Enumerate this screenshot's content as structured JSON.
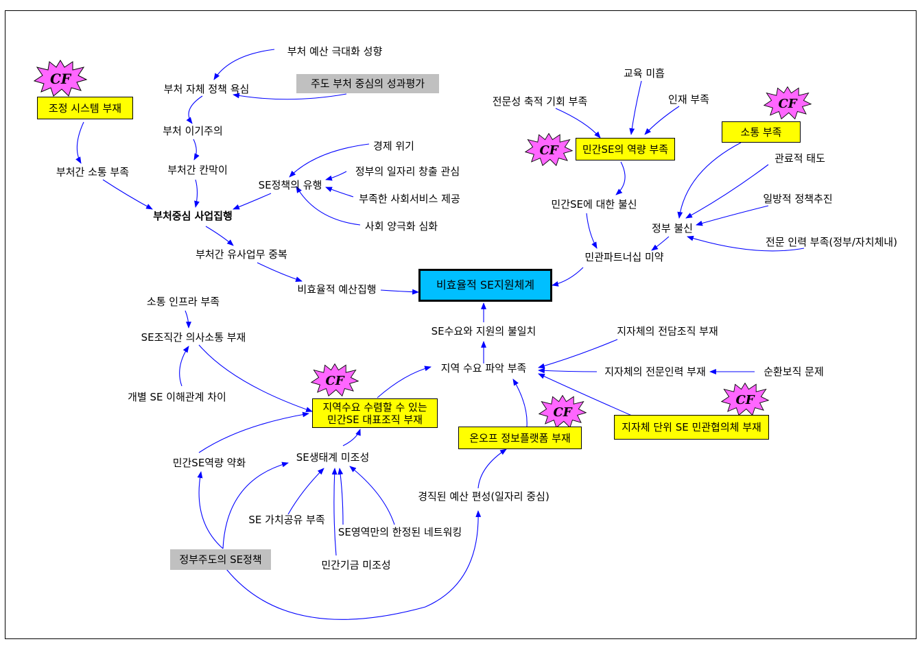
{
  "colors": {
    "arrow": "#0000ff",
    "highlight": "#ffff00",
    "policy": "#c0c0c0",
    "central": "#00bfff",
    "cf_badge": "#ff66ff"
  },
  "central": "비효율적 SE지원체계",
  "nodes": {
    "n1": "부처 예산 극대화 성향",
    "n2": "부처 자체 정책 욕심",
    "n3": "부처 이기주의",
    "n4": "부처간 칸막이",
    "n5": "부처간 소통 부족",
    "n6": "부처중심 사업집행",
    "n7": "SE정책의 유행",
    "n8": "경제 위기",
    "n9": "정부의 일자리 창출 관심",
    "n10": "부족한 사회서비스 제공",
    "n11": "사회 양극화 심화",
    "n12": "부처간 유사업무 중복",
    "n13": "비효율적 예산집행",
    "n14": "교육 미흡",
    "n15": "전문성 축적 기회 부족",
    "n16": "인재 부족",
    "n17": "민간SE에 대한 불신",
    "n18": "관료적 태도",
    "n19": "일방적 정책추진",
    "n20": "정부 불신",
    "n21": "전문 인력 부족(정부/자치체내)",
    "n22": "민관파트너십 미약",
    "n23": "SE수요와 지원의 불일치",
    "n24": "지자체의 전담조직 부재",
    "n25": "지역 수요 파악 부족",
    "n26": "지자체의 전문인력 부재",
    "n27": "순환보직 문제",
    "n28": "소통 인프라 부족",
    "n29": "SE조직간 의사소통 부재",
    "n30": "개별 SE 이해관계 차이",
    "n31": "민간SE역량 약화",
    "n32": "SE생태계 미조성",
    "n33": "경직된 예산 편성(일자리 중심)",
    "n34": "SE 가치공유 부족",
    "n35": "SE영역만의 한정된 네트워킹",
    "n36": "민간기금 미조성"
  },
  "boxes": {
    "b1": "조정 시스템 부재",
    "b2": "주도 부처 중심의 성과평가",
    "b3": "민간SE의 역량 부족",
    "b4": "소통 부족",
    "b5_line1": "지역수요 수렴할 수 있는",
    "b5_line2": "민간SE 대표조직 부재",
    "b6": "온오프 정보플랫폼 부재",
    "b7": "지자체 단위 SE 민관협의체 부재",
    "b8": "정부주도의 SE정책"
  },
  "badges": {
    "cf": "CF"
  }
}
